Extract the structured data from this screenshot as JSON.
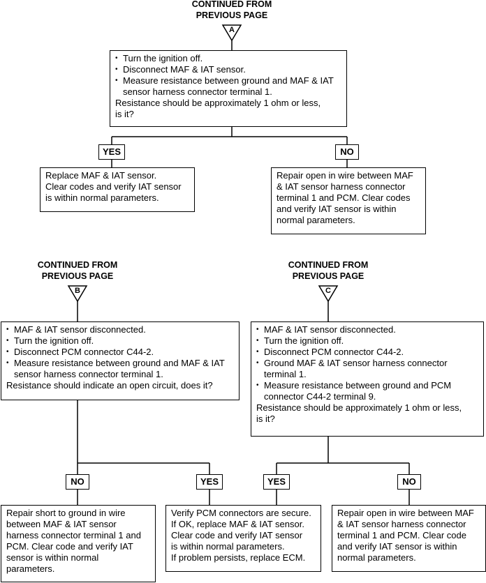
{
  "continued": {
    "a": "CONTINUED  FROM\nPREVIOUS  PAGE",
    "b": "CONTINUED  FROM\nPREVIOUS  PAGE",
    "c": "CONTINUED  FROM\nPREVIOUS  PAGE"
  },
  "markers": {
    "a": "A",
    "b": "B",
    "c": "C"
  },
  "box_a": {
    "items": [
      "Turn the ignition off.",
      "Disconnect MAF & IAT sensor.",
      "Measure resistance between ground and MAF & IAT sensor harness connector terminal 1."
    ],
    "question": "Resistance should be approximately 1 ohm or less,\nis it?"
  },
  "labels": {
    "a_yes": "YES",
    "a_no": "NO",
    "b_no": "NO",
    "b_yes": "YES",
    "c_yes": "YES",
    "c_no": "NO"
  },
  "result_a_yes": "Replace MAF & IAT sensor.\nClear codes and verify IAT sensor\nis within normal parameters.",
  "result_a_no": "Repair open in wire between MAF\n& IAT sensor harness connector\nterminal 1 and PCM. Clear codes\nand verify IAT sensor is within\nnormal parameters.",
  "box_b": {
    "items": [
      "MAF & IAT sensor disconnected.",
      "Turn the ignition off.",
      "Disconnect PCM connector C44-2.",
      "Measure resistance between ground and MAF & IAT sensor harness connector terminal 1."
    ],
    "question": "Resistance should indicate an open circuit, does it?"
  },
  "box_c": {
    "items": [
      "MAF & IAT sensor disconnected.",
      "Turn the ignition off.",
      "Disconnect PCM connector C44-2.",
      "Ground MAF & IAT sensor harness connector terminal 1.",
      "Measure resistance between ground and PCM connector C44-2 terminal 9."
    ],
    "question": "Resistance should be approximately 1 ohm or less,\nis it?"
  },
  "result_b_no": "Repair short to ground in wire\nbetween MAF & IAT sensor\nharness connector terminal 1 and\nPCM. Clear code and verify IAT\nsensor is within normal\nparameters.",
  "result_b_yes": "Verify PCM connectors are secure.\nIf OK, replace MAF & IAT sensor.\nClear code and verify IAT sensor\nis within normal parameters.\nIf problem persists, replace ECM.",
  "result_c_no": "Repair open in wire between MAF\n& IAT sensor harness connector\nterminal 1 and PCM. Clear code\nand verify IAT sensor is within\nnormal parameters."
}
